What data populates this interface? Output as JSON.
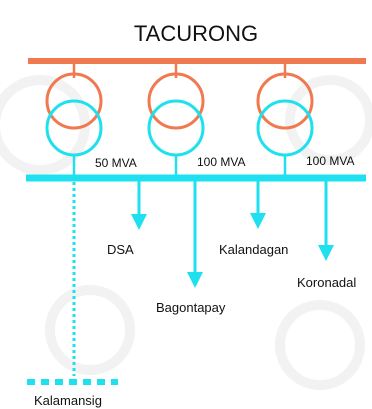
{
  "substation": {
    "name": "TACURONG"
  },
  "transformers": [
    {
      "rating": "50 MVA"
    },
    {
      "rating": "100 MVA"
    },
    {
      "rating": "100 MVA"
    }
  ],
  "feeders": [
    {
      "name": "DSA",
      "status": "existing"
    },
    {
      "name": "Bagontapay",
      "status": "existing"
    },
    {
      "name": "Kalandagan",
      "status": "existing"
    },
    {
      "name": "Koronadal",
      "status": "existing"
    },
    {
      "name": "Kalamansig",
      "status": "planned"
    }
  ],
  "colors": {
    "high_voltage_bus": "#f0794f",
    "low_voltage_bus": "#1ee0ee",
    "background": "#ffffff",
    "text": "#111111"
  }
}
